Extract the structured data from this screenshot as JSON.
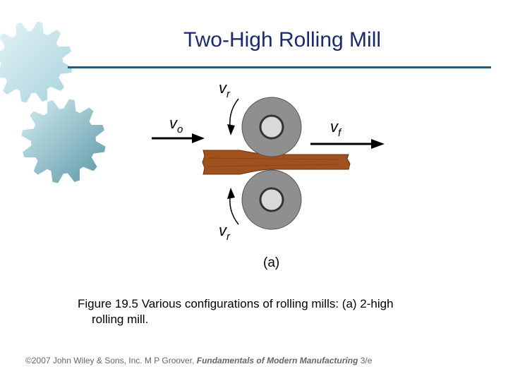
{
  "slide": {
    "title": "Two-High Rolling Mill"
  },
  "diagram": {
    "label_vr_top": "v",
    "label_vr_top_sub": "r",
    "label_vo": "v",
    "label_vo_sub": "o",
    "label_vf": "v",
    "label_vf_sub": "f",
    "label_vr_bottom": "v",
    "label_vr_bottom_sub": "r",
    "sublabel": "(a)"
  },
  "caption": {
    "line1": "Figure 19.5  Various configurations of rolling mills: (a) 2‑high",
    "line2": "rolling mill."
  },
  "footer": {
    "prefix": "©2007 John Wiley & Sons, Inc.  M P Groover, ",
    "book": "Fundamentals of Modern Manufacturing",
    "suffix": " 3/e"
  },
  "colors": {
    "title": "#1a2a6c",
    "rule": "#2a5a7a",
    "roll": "#8f8f8f",
    "workpiece": "#a0521e",
    "gear_light": "#c6e6ec",
    "gear_dark": "#6faab8"
  }
}
